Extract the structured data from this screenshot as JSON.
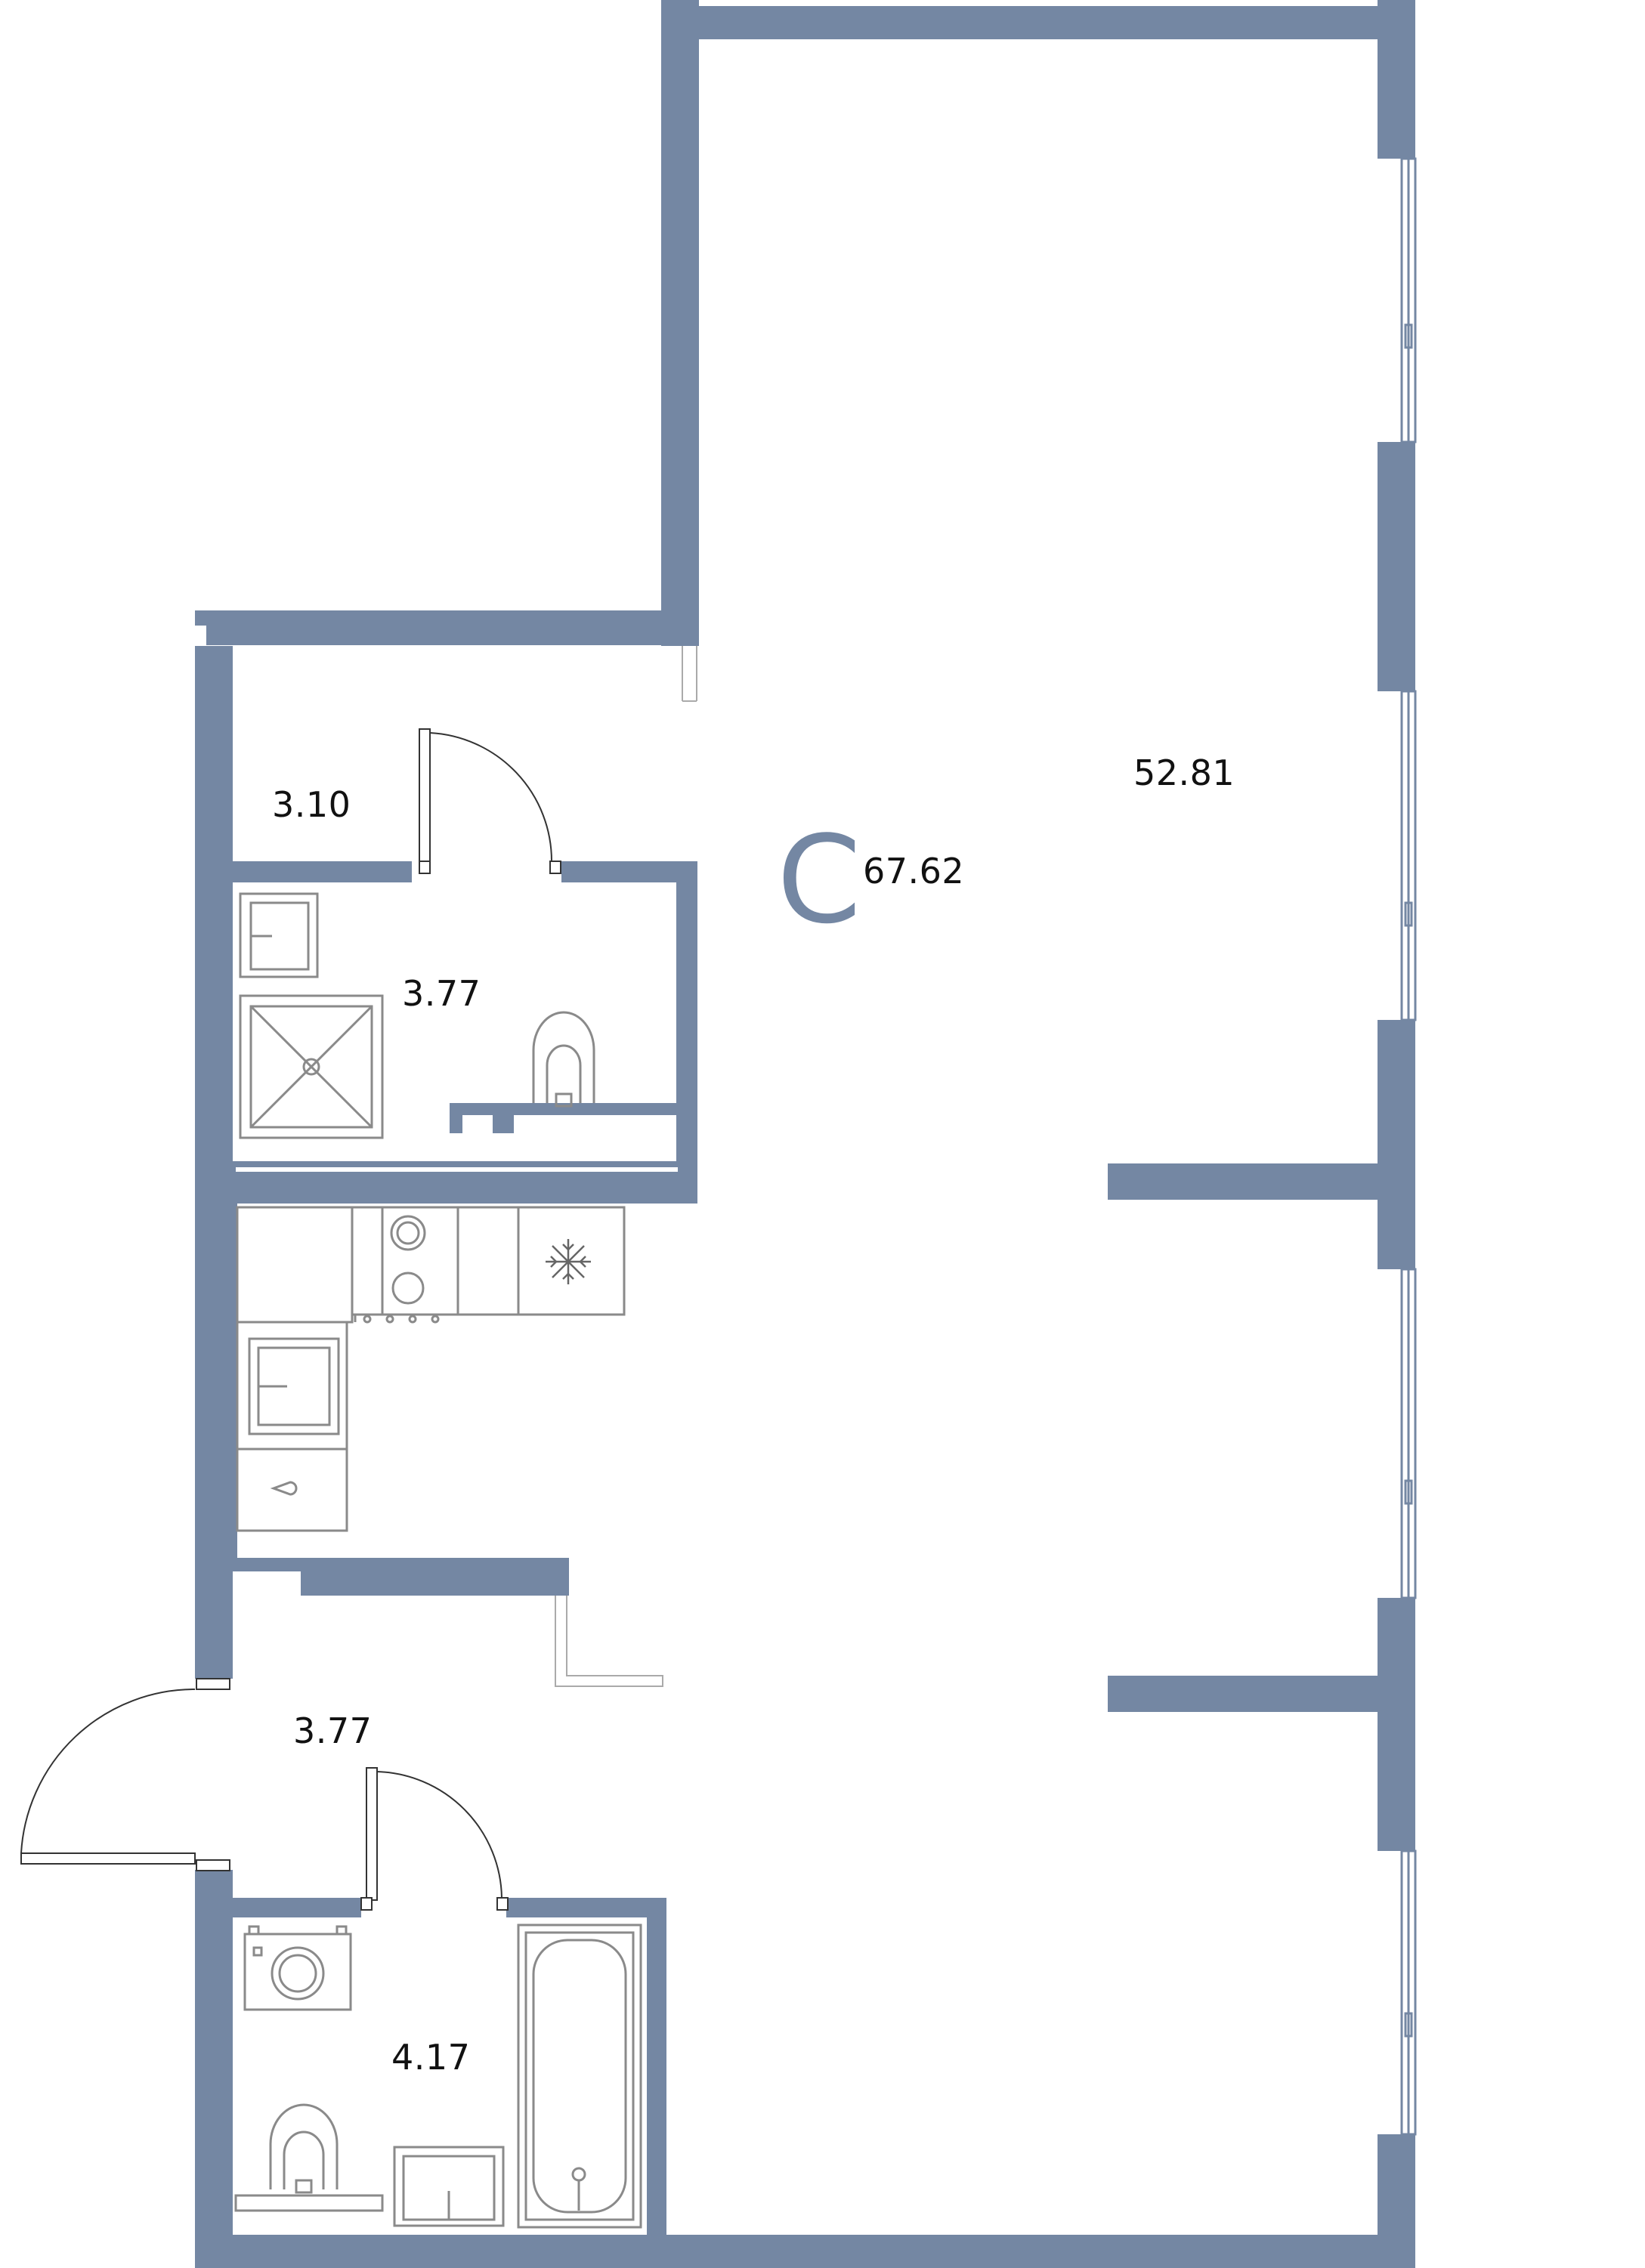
{
  "plan": {
    "total_area": "67.62",
    "logo_letter": "C",
    "rooms": {
      "living": "52.81",
      "storage": "3.10",
      "shower_room": "3.77",
      "hallway": "3.77",
      "bathroom": "4.17"
    }
  },
  "colors": {
    "wall": "#7487a3",
    "fixture": "#8a8a8a",
    "window": "#7487a3",
    "text": "#111111",
    "background": "#ffffff"
  },
  "icons": [
    "snowflake-icon",
    "door-swing-icon",
    "window-icon",
    "toilet-icon",
    "shower-tray-icon",
    "bathtub-icon",
    "washing-machine-icon",
    "stove-icon",
    "sink-icon"
  ]
}
